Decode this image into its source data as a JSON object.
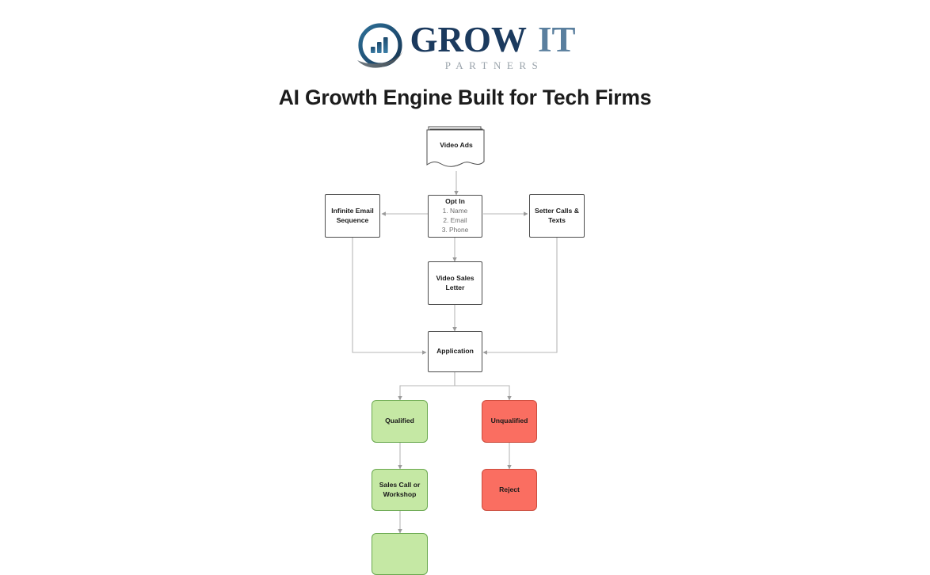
{
  "brand": {
    "name_primary": "GROW",
    "name_secondary": "IT",
    "tagline": "PARTNERS",
    "mark_icon": "bar-chart-circle-logo-icon",
    "colors": {
      "primary": "#1b3a5e",
      "secondary": "#5a7f9e",
      "tagline": "#9aa3ab"
    }
  },
  "page": {
    "title": "AI Growth Engine Built for Tech Firms"
  },
  "diagram": {
    "colors": {
      "node_border": "#4d4d4d",
      "node_fill": "#ffffff",
      "connector": "#b0b0b0",
      "green_fill": "#c5e8a4",
      "green_border": "#6aa84f",
      "red_fill": "#fa6e61",
      "red_border": "#cc4b3c",
      "muted_text": "#6f6f6f"
    },
    "nodes": {
      "video_ads": {
        "label": "Video Ads",
        "shape": "multi-document"
      },
      "opt_in": {
        "label": "Opt In",
        "shape": "rectangle",
        "items": [
          "1. Name",
          "2. Email",
          "3. Phone"
        ]
      },
      "infinite_email_sequence": {
        "label": "Infinite Email Sequence",
        "shape": "rectangle"
      },
      "setter_calls_texts": {
        "label": "Setter Calls & Texts",
        "shape": "rectangle"
      },
      "video_sales_letter": {
        "label": "Video Sales Letter",
        "shape": "rectangle"
      },
      "application": {
        "label": "Application",
        "shape": "rectangle"
      },
      "qualified": {
        "label": "Qualified",
        "shape": "rounded-rectangle",
        "status": "green"
      },
      "unqualified": {
        "label": "Unqualified",
        "shape": "rounded-rectangle",
        "status": "red"
      },
      "sales_call_or_workshop": {
        "label": "Sales Call or Workshop",
        "shape": "rounded-rectangle",
        "status": "green"
      },
      "reject": {
        "label": "Reject",
        "shape": "rounded-rectangle",
        "status": "red"
      },
      "next_step": {
        "label": "",
        "shape": "rounded-rectangle",
        "status": "green"
      }
    }
  }
}
